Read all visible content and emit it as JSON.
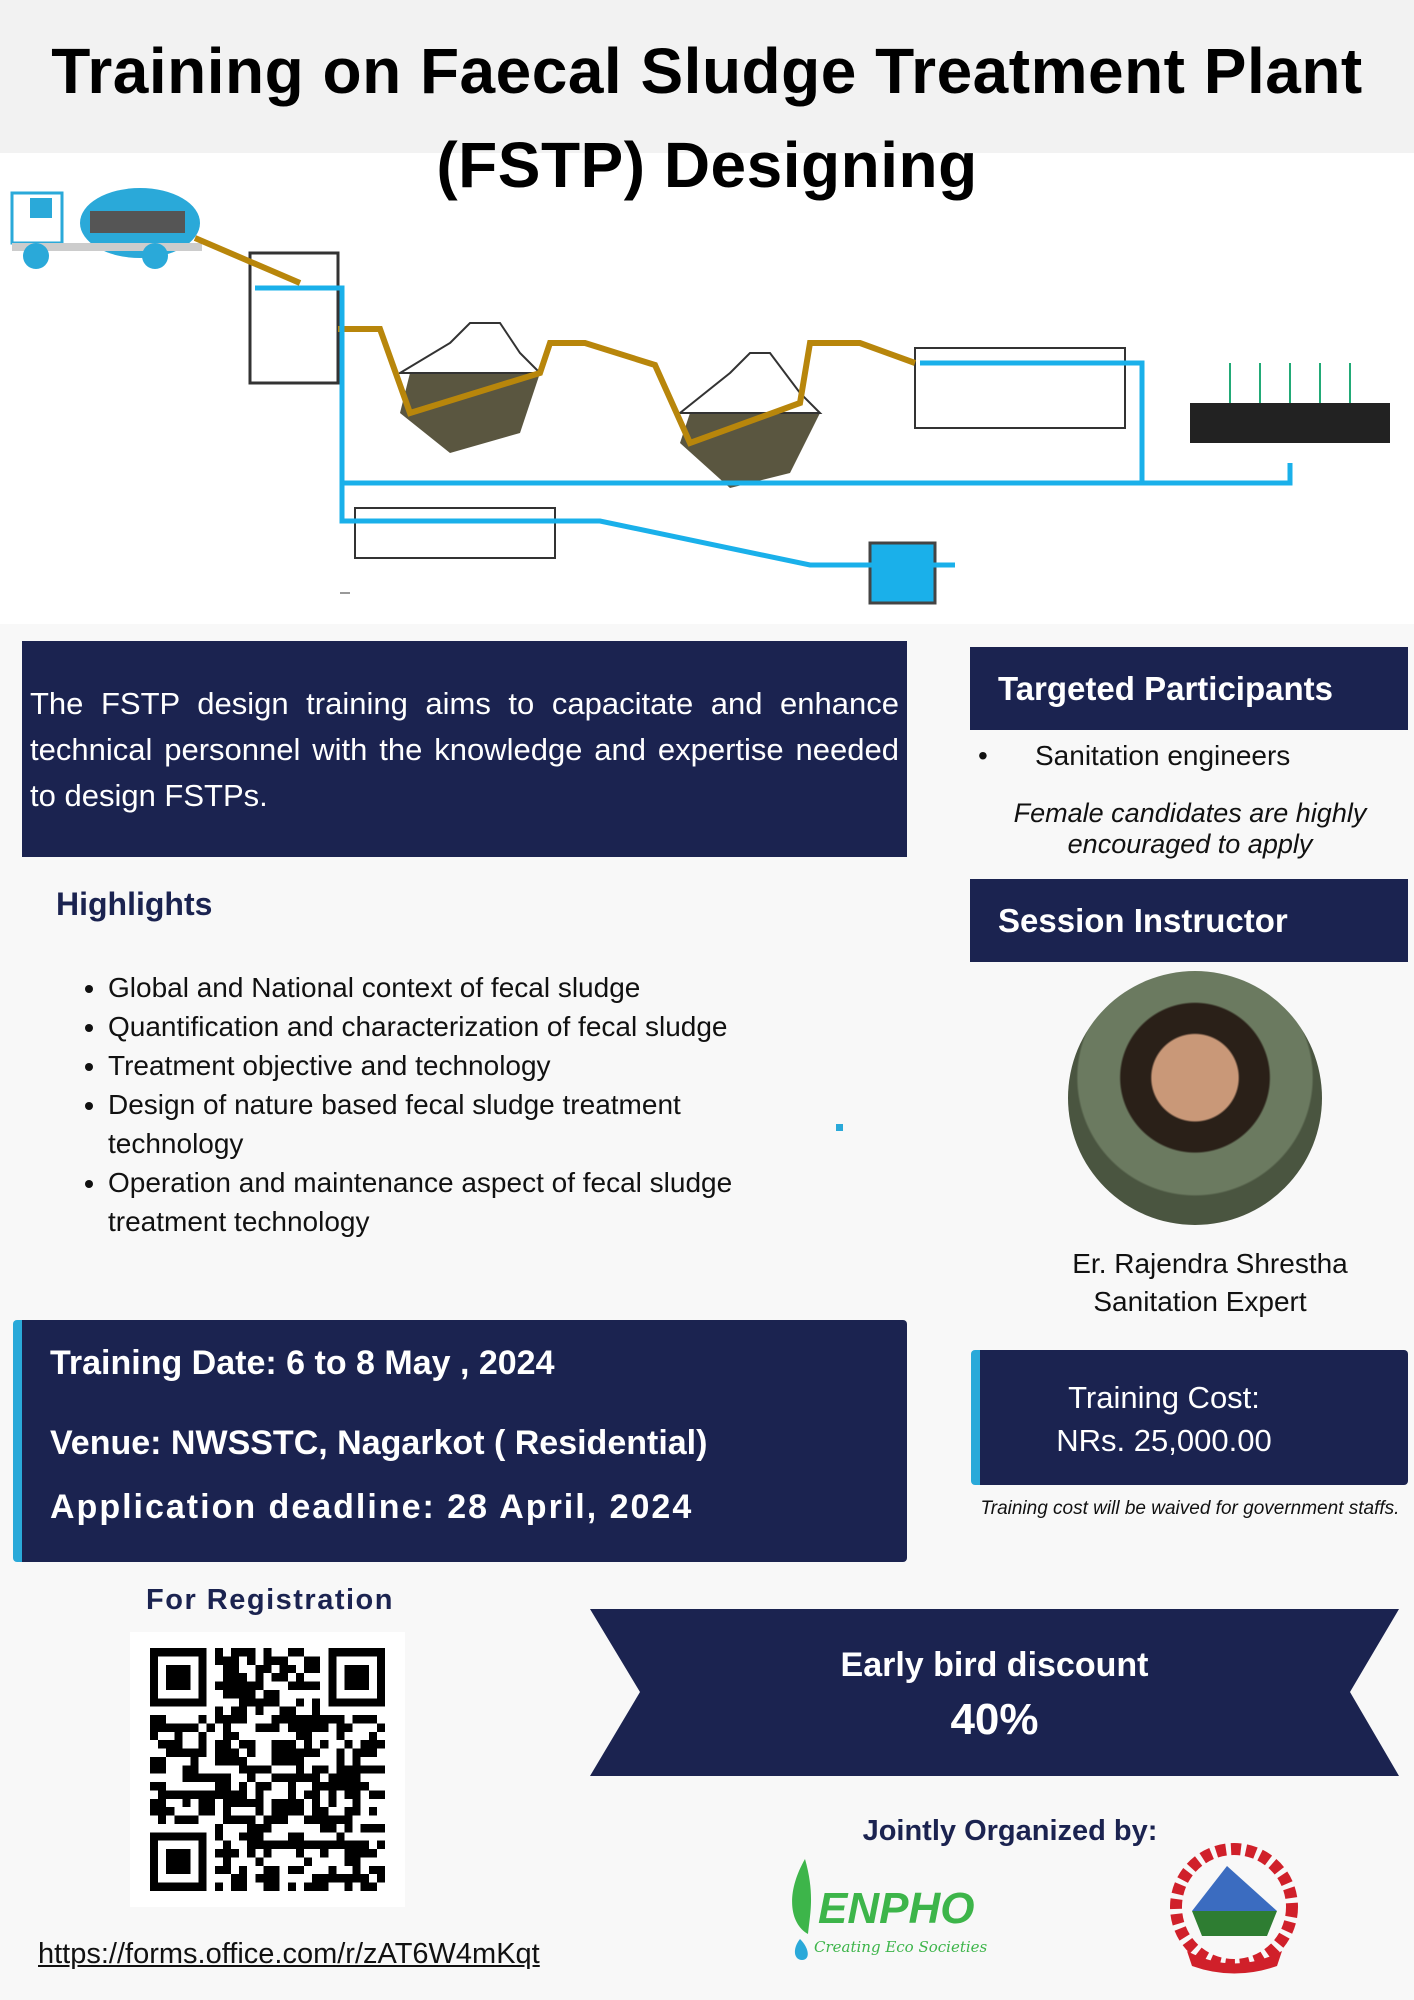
{
  "title": {
    "line1": "Training on Faecal Sludge Treatment Plant",
    "line2": "(FSTP) Designing"
  },
  "intro": "The FSTP design training aims to capacitate and enhance technical personnel with the knowledge and expertise needed to design FSTPs.",
  "targeted": {
    "heading": "Targeted Participants",
    "items": [
      "Sanitation engineers"
    ],
    "note": "Female candidates are highly encouraged to apply"
  },
  "instructor": {
    "heading": "Session Instructor",
    "name": "Er. Rajendra Shrestha",
    "role": "Sanitation Expert"
  },
  "highlights": {
    "heading": "Highlights",
    "items": [
      "Global and National context of fecal sludge",
      "Quantification and characterization of fecal sludge",
      "Treatment objective and technology",
      "Design of nature based fecal sludge treatment technology",
      "Operation and maintenance aspect of fecal sludge treatment technology"
    ]
  },
  "details": {
    "date": "Training Date: 6 to 8 May , 2024",
    "venue": "Venue: NWSSTC, Nagarkot ( Residential)",
    "deadline": "Application deadline: 28 April, 2024"
  },
  "cost": {
    "label": "Training Cost:",
    "amount": "NRs. 25,000.00",
    "note": "Training cost will be waived for government staffs."
  },
  "registration": {
    "heading": "For Registration",
    "url": "https://forms.office.com/r/zAT6W4mKqt"
  },
  "discount": {
    "label": "Early bird discount",
    "value": "40%"
  },
  "organizers": {
    "heading": "Jointly Organized by:",
    "enpho": "ENPHO",
    "enpho_tagline": "Creating Eco Societies"
  },
  "colors": {
    "navy": "#1b2350",
    "cyan": "#2aa9d9",
    "sludge": "#b8860b"
  }
}
